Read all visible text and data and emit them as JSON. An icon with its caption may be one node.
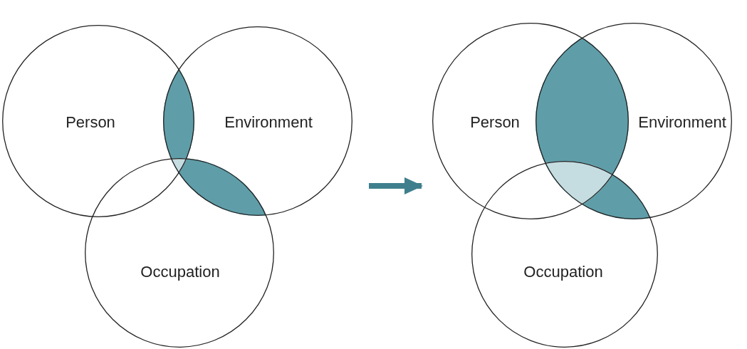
{
  "diagram": {
    "nodes": [
      {
        "text": [
          "Person"
        ]
      },
      {
        "text": [
          "Environment"
        ]
      },
      {
        "text": [
          "Occupation"
        ]
      },
      {
        "text": [
          "Person"
        ]
      },
      {
        "text": [
          "Environment"
        ]
      },
      {
        "text": [
          "Occupation"
        ]
      }
    ],
    "edges": [
      {
        "from": 1,
        "to": 3,
        "arrow": "to"
      }
    ]
  }
}
